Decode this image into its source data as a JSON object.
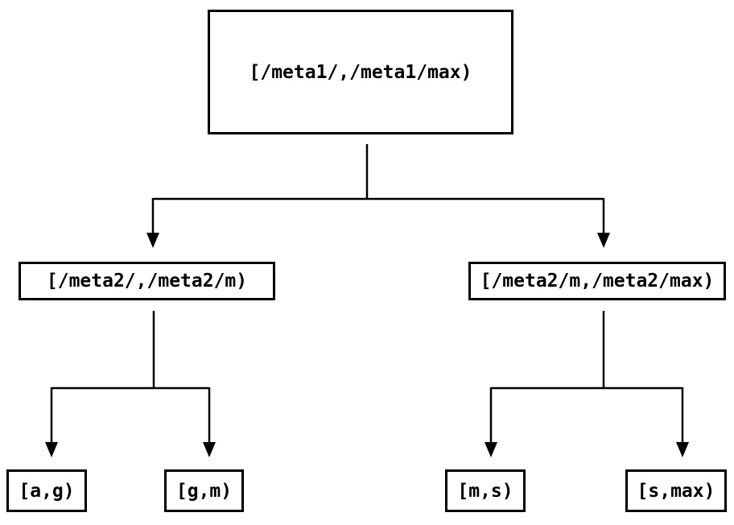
{
  "diagram": {
    "type": "tree",
    "description": "Two-level key-range partition tree",
    "colors": {
      "background": "#ffffff",
      "box_border": "#000000",
      "line": "#000000",
      "text": "#000000"
    },
    "nodes": {
      "root": {
        "label": "[/meta1/,/meta1/max)"
      },
      "left_child": {
        "label": "[/meta2/,/meta2/m)"
      },
      "right_child": {
        "label": "[/meta2/m,/meta2/max)"
      },
      "leaf_ag": {
        "label": "[a,g)"
      },
      "leaf_gm": {
        "label": "[g,m)"
      },
      "leaf_ms": {
        "label": "[m,s)"
      },
      "leaf_smax": {
        "label": "[s,max)"
      }
    },
    "edges": [
      {
        "from": "root",
        "to": "left_child"
      },
      {
        "from": "root",
        "to": "right_child"
      },
      {
        "from": "left_child",
        "to": "leaf_ag"
      },
      {
        "from": "left_child",
        "to": "leaf_gm"
      },
      {
        "from": "right_child",
        "to": "leaf_ms"
      },
      {
        "from": "right_child",
        "to": "leaf_smax"
      }
    ]
  }
}
